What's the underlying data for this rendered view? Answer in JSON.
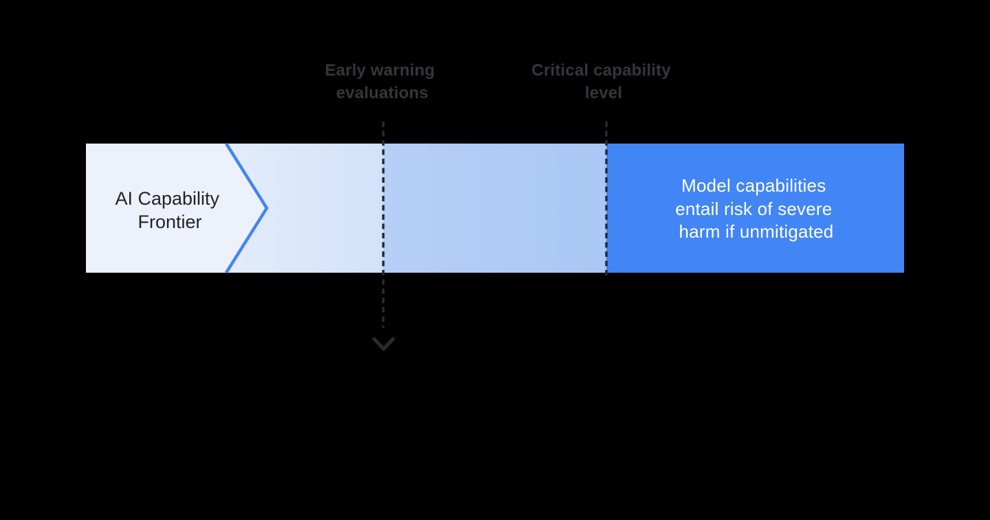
{
  "diagram": {
    "title_semantic": "AI capability frontier risk diagram"
  },
  "labels": {
    "early_warning": {
      "line1": "Early warning",
      "line2": "evaluations"
    },
    "critical_level": {
      "line1": "Critical capability",
      "line2": "level"
    }
  },
  "bar": {
    "frontier": {
      "line1": "AI Capability",
      "line2": "Frontier"
    },
    "risk": {
      "line1": "Model capabilities",
      "line2": "entail risk of severe",
      "line3": "harm if unmitigated"
    }
  },
  "colors": {
    "background": "#000000",
    "accent_blue": "#4285f4",
    "critical_zone_fill": "#4285f4",
    "frontier_block_fill": "#edf1fb",
    "early_zone_start": "#e3ecfb",
    "early_zone_end": "#d3e2fa",
    "mid_zone_start": "#b6cff7",
    "mid_zone_end": "#aac7f5",
    "marker_dash": "#282b30",
    "marker_label_text": "#33373c",
    "frontier_text": "#212327",
    "risk_text": "#ffffff"
  }
}
